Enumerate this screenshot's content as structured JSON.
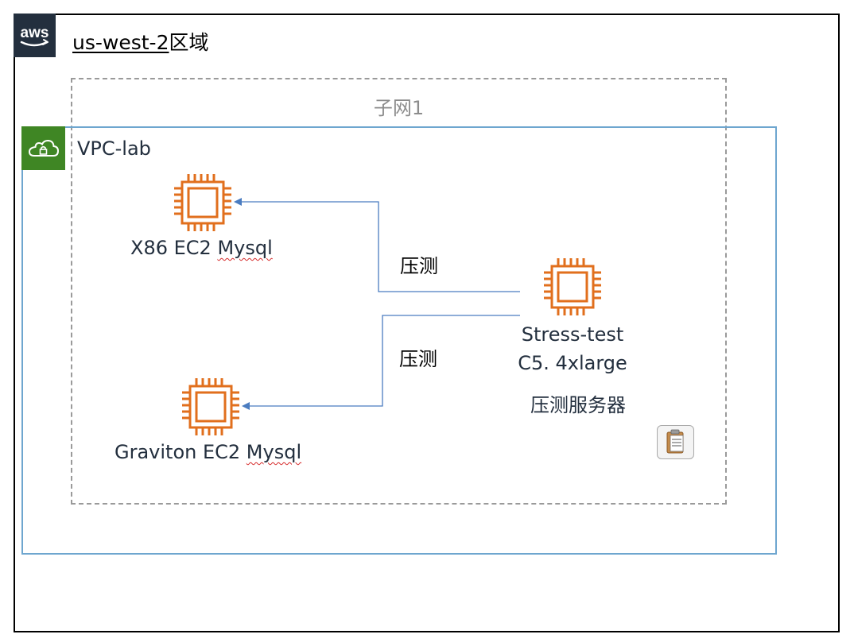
{
  "region": {
    "name": "us-west-2",
    "suffix": "区域",
    "logo_text": "aws"
  },
  "subnet": {
    "label": "子网1"
  },
  "vpc": {
    "label": "VPC-lab",
    "icon": "cloud-lock-icon"
  },
  "nodes": {
    "x86": {
      "name_prefix": "X86 EC2 ",
      "name_underlined": "Mysql",
      "icon": "ec2-chip-icon"
    },
    "graviton": {
      "name_prefix": "Graviton EC2 ",
      "name_underlined": "Mysql",
      "icon": "ec2-chip-icon"
    },
    "stress": {
      "line1": "Stress-test",
      "line2": "C5. 4xlarge",
      "role": "压测服务器",
      "icon": "ec2-chip-icon"
    }
  },
  "edges": {
    "to_x86": {
      "label": "压测"
    },
    "to_graviton": {
      "label": "压测"
    }
  },
  "colors": {
    "ec2_orange": "#e16f1d",
    "vpc_green": "#3f8624",
    "vpc_border": "#6ea6cf",
    "arrow_blue": "#4a7cc0",
    "aws_dark": "#232f3e"
  },
  "icons": {
    "clipboard": "clipboard-icon"
  }
}
